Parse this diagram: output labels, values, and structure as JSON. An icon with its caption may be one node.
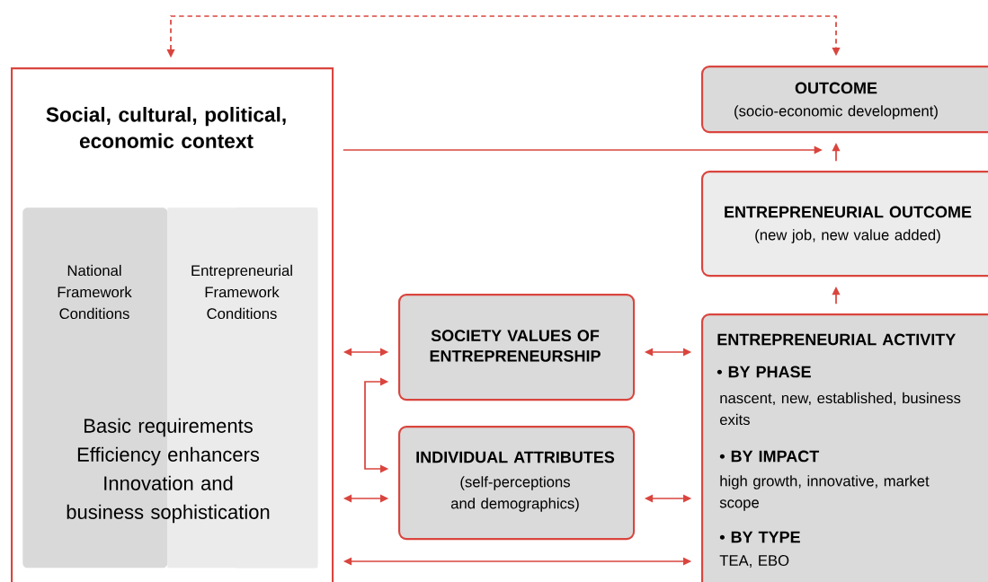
{
  "diagram": {
    "nodes": [
      {
        "text": [
          "Social, cultural, political, economic context"
        ]
      },
      {
        "text": [
          "National Framework Conditions"
        ],
        "in": 0
      },
      {
        "text": [
          "Entrepreneurial Framework Conditions"
        ],
        "in": 0
      },
      {
        "text": [
          "OUTCOME",
          "(socio-economic development)"
        ]
      },
      {
        "text": [
          "ENTREPRENEURIAL OUTCOME",
          "(new job, new value added)"
        ]
      },
      {
        "text": [
          "SOCIETY VALUES OF ENTREPRENEURSHIP"
        ]
      },
      {
        "text": [
          "INDIVIDUAL ATTRIBUTES",
          "(self-perceptions and demographics)"
        ]
      },
      {
        "text": [
          "ENTREPRENEURIAL ACTIVITY",
          "• BY PHASE",
          "nascent, new, established, business exits",
          "• BY IMPACT",
          "high growth, innovative, market scope",
          "• BY TYPE",
          "TEA, EBO"
        ]
      }
    ],
    "edges": [
      {
        "from": 0,
        "to": 3,
        "arrow": "both",
        "style": "dashed"
      },
      {
        "from": 0,
        "to": 3,
        "arrow": "to"
      },
      {
        "from": 4,
        "to": 3,
        "arrow": "to"
      },
      {
        "from": 7,
        "to": 4,
        "arrow": "to"
      },
      {
        "from": 0,
        "to": 5,
        "arrow": "both"
      },
      {
        "from": 5,
        "to": 7,
        "arrow": "both"
      },
      {
        "from": 5,
        "to": 6,
        "arrow": "both"
      },
      {
        "from": 0,
        "to": 6,
        "arrow": "both"
      },
      {
        "from": 6,
        "to": 7,
        "arrow": "both"
      },
      {
        "from": 0,
        "to": 7,
        "arrow": "both"
      }
    ],
    "labels": [
      "Basic requirements",
      "Efficiency enhancers",
      "Innovation and business sophistication"
    ]
  }
}
